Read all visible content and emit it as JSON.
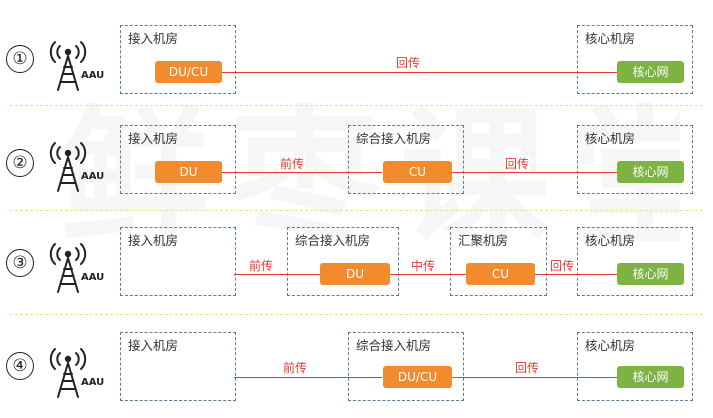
{
  "watermark": "鲜枣课堂",
  "colors": {
    "link": "#e03c31",
    "orange_box": "#f28a2e",
    "green_box": "#7cb342",
    "room_border": "#5b7c99",
    "separator": "#f0df9a"
  },
  "icons": {
    "antenna": "radio-tower-icon"
  },
  "antenna_label": "AAU",
  "rows": [
    {
      "number": "①",
      "rooms": {
        "access": "接入机房",
        "core": "核心机房"
      },
      "boxes": {
        "du_cu": "DU/CU",
        "core_net": "核心网"
      },
      "links": {
        "backhaul": "回传"
      }
    },
    {
      "number": "②",
      "rooms": {
        "access": "接入机房",
        "integrated": "综合接入机房",
        "core": "核心机房"
      },
      "boxes": {
        "du": "DU",
        "cu": "CU",
        "core_net": "核心网"
      },
      "links": {
        "fronthaul": "前传",
        "backhaul": "回传"
      }
    },
    {
      "number": "③",
      "rooms": {
        "access": "接入机房",
        "integrated": "综合接入机房",
        "aggregation": "汇聚机房",
        "core": "核心机房"
      },
      "boxes": {
        "du": "DU",
        "cu": "CU",
        "core_net": "核心网"
      },
      "links": {
        "fronthaul": "前传",
        "midhaul": "中传",
        "backhaul": "回传"
      }
    },
    {
      "number": "④",
      "rooms": {
        "access": "接入机房",
        "integrated": "综合接入机房",
        "core": "核心机房"
      },
      "boxes": {
        "du_cu": "DU/CU",
        "core_net": "核心网"
      },
      "links": {
        "fronthaul": "前传",
        "backhaul": "回传"
      }
    }
  ]
}
